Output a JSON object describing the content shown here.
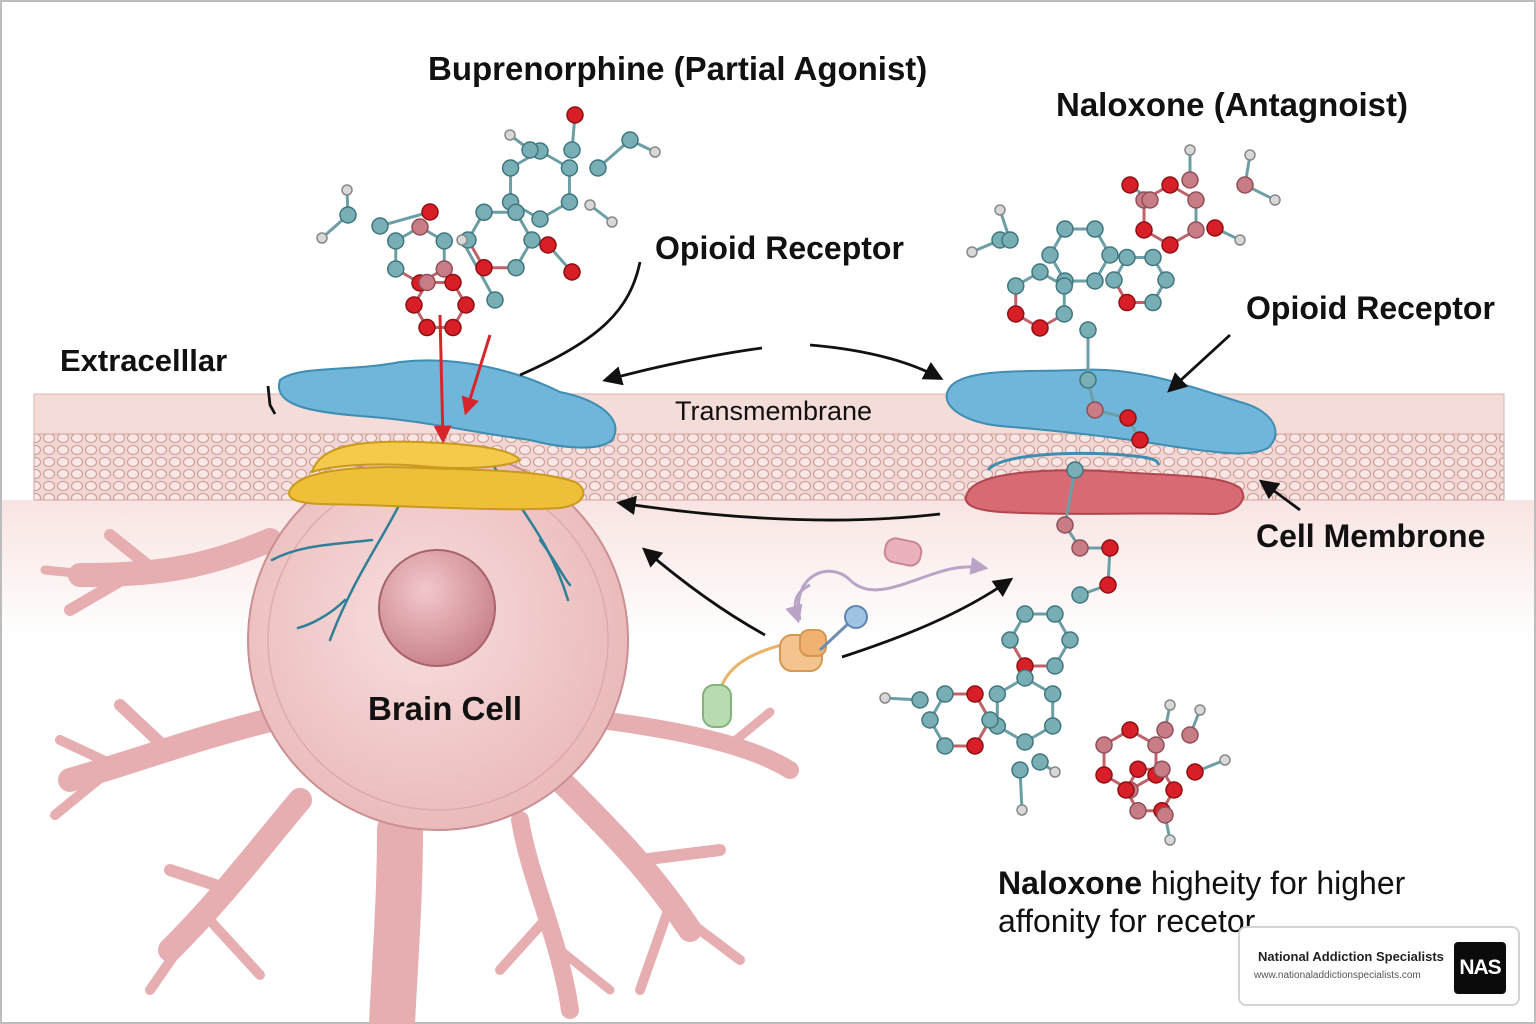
{
  "labels": {
    "buprenorphine_title": "Buprenorphine (Partial Agonist)",
    "naloxone_title": "Naloxone (Antagnoist)",
    "opioid_receptor_left": "Opioid Receptor",
    "opioid_receptor_right": "Opioid Receptor",
    "extracellular": "Extracelllar",
    "transmembrane": "Transmembrane",
    "cell_membrane": "Cell Membrone",
    "brain_cell": "Brain Cell"
  },
  "note": {
    "bold": "Naloxone",
    "rest": " higheity for higher affonity for  recetor"
  },
  "logo": {
    "name": "National Addiction Specialists",
    "url": "www.nationaladdictionspecialists.com",
    "mark": "NAS"
  },
  "colors": {
    "membrane": "#f3dcd9",
    "cell_body": "#f0c8c8",
    "receptor": "#6fb6da",
    "gold_protein": "#f0bf3a",
    "red_protein": "#d76a72",
    "atom_teal": "#78aeb6",
    "atom_red": "#d81e26",
    "atom_rose": "#c87c86",
    "arrow_red": "#d6262a",
    "arrow_black": "#111111"
  },
  "icons": [
    "arrow-icon",
    "molecule-icon",
    "neuron-icon",
    "receptor-icon"
  ]
}
